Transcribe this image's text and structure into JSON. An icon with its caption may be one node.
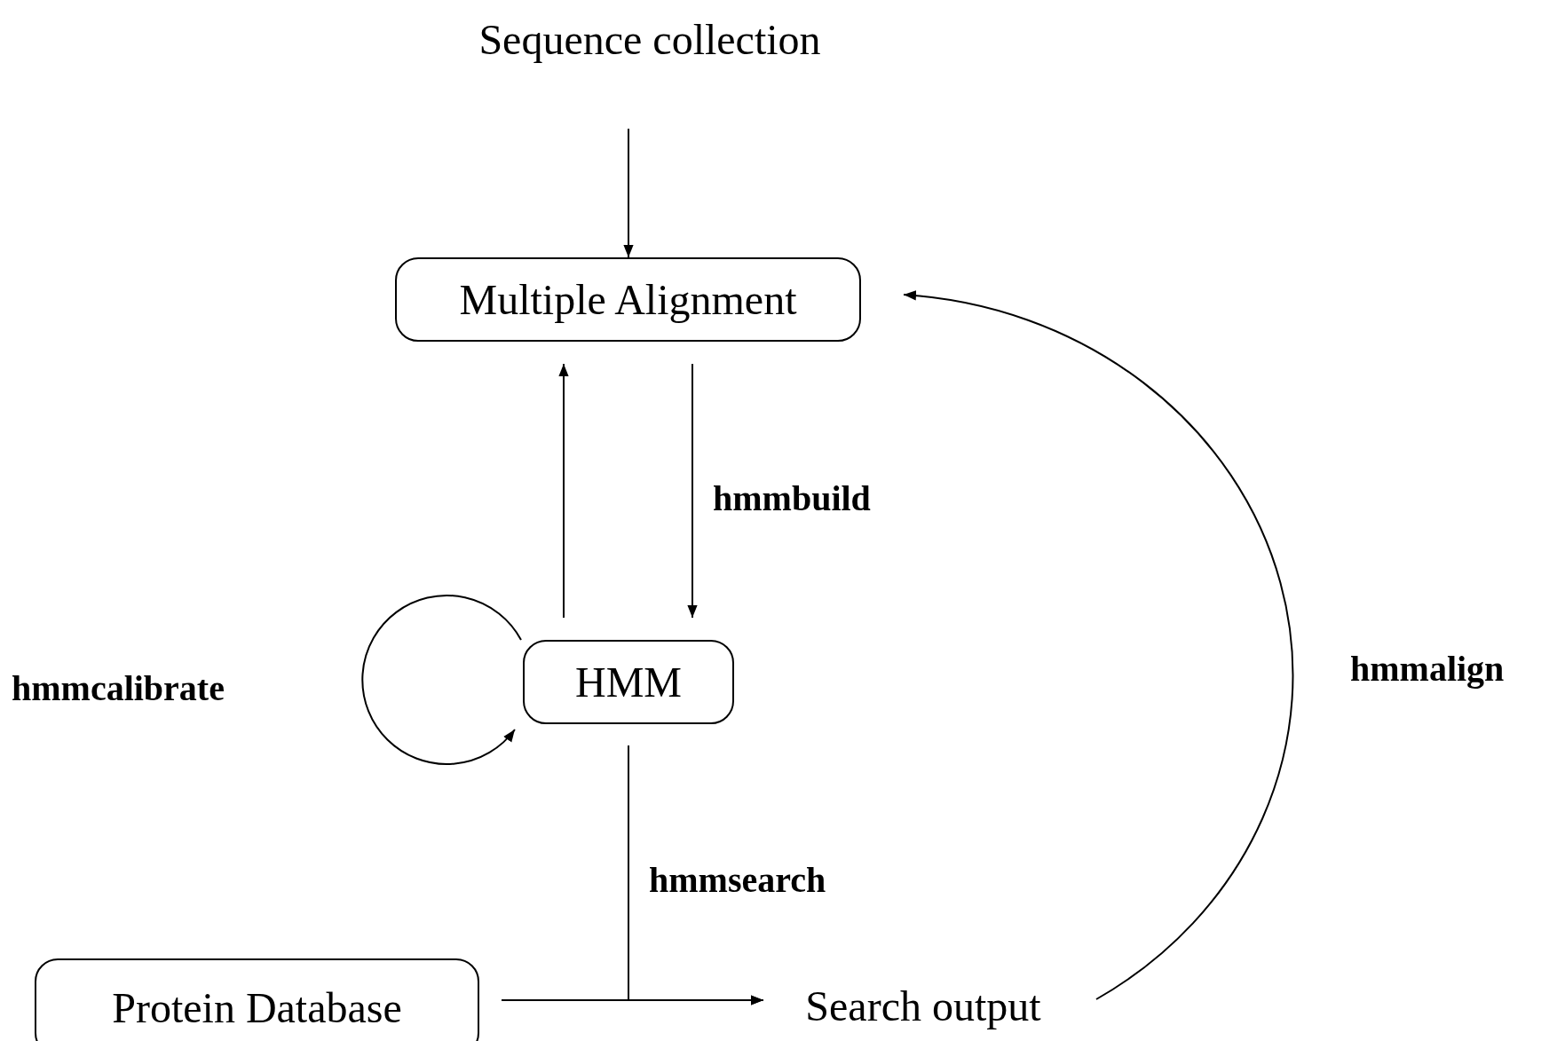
{
  "diagram": {
    "nodes": [
      {
        "text": [
          "Sequence collection"
        ]
      },
      {
        "text": [
          "Multiple Alignment"
        ]
      },
      {
        "text": [
          "HMM"
        ]
      },
      {
        "text": [
          "Protein Database"
        ]
      },
      {
        "text": [
          "Search output"
        ]
      }
    ],
    "edges": [
      {
        "from": 0,
        "to": 1,
        "arrow": "to"
      },
      {
        "from": 2,
        "to": 1,
        "arrow": "to"
      },
      {
        "from": 1,
        "to": 2,
        "arrow": "to",
        "label": "hmmbuild"
      },
      {
        "from": 2,
        "to": 2,
        "arrow": "to",
        "label": "hmmcalibrate"
      },
      {
        "from": 2,
        "to": 4,
        "arrow": "to",
        "label": "hmmsearch"
      },
      {
        "from": 3,
        "to": 4,
        "arrow": "to"
      },
      {
        "from": 4,
        "to": 1,
        "arrow": "to",
        "label": "hmmalign"
      }
    ]
  }
}
